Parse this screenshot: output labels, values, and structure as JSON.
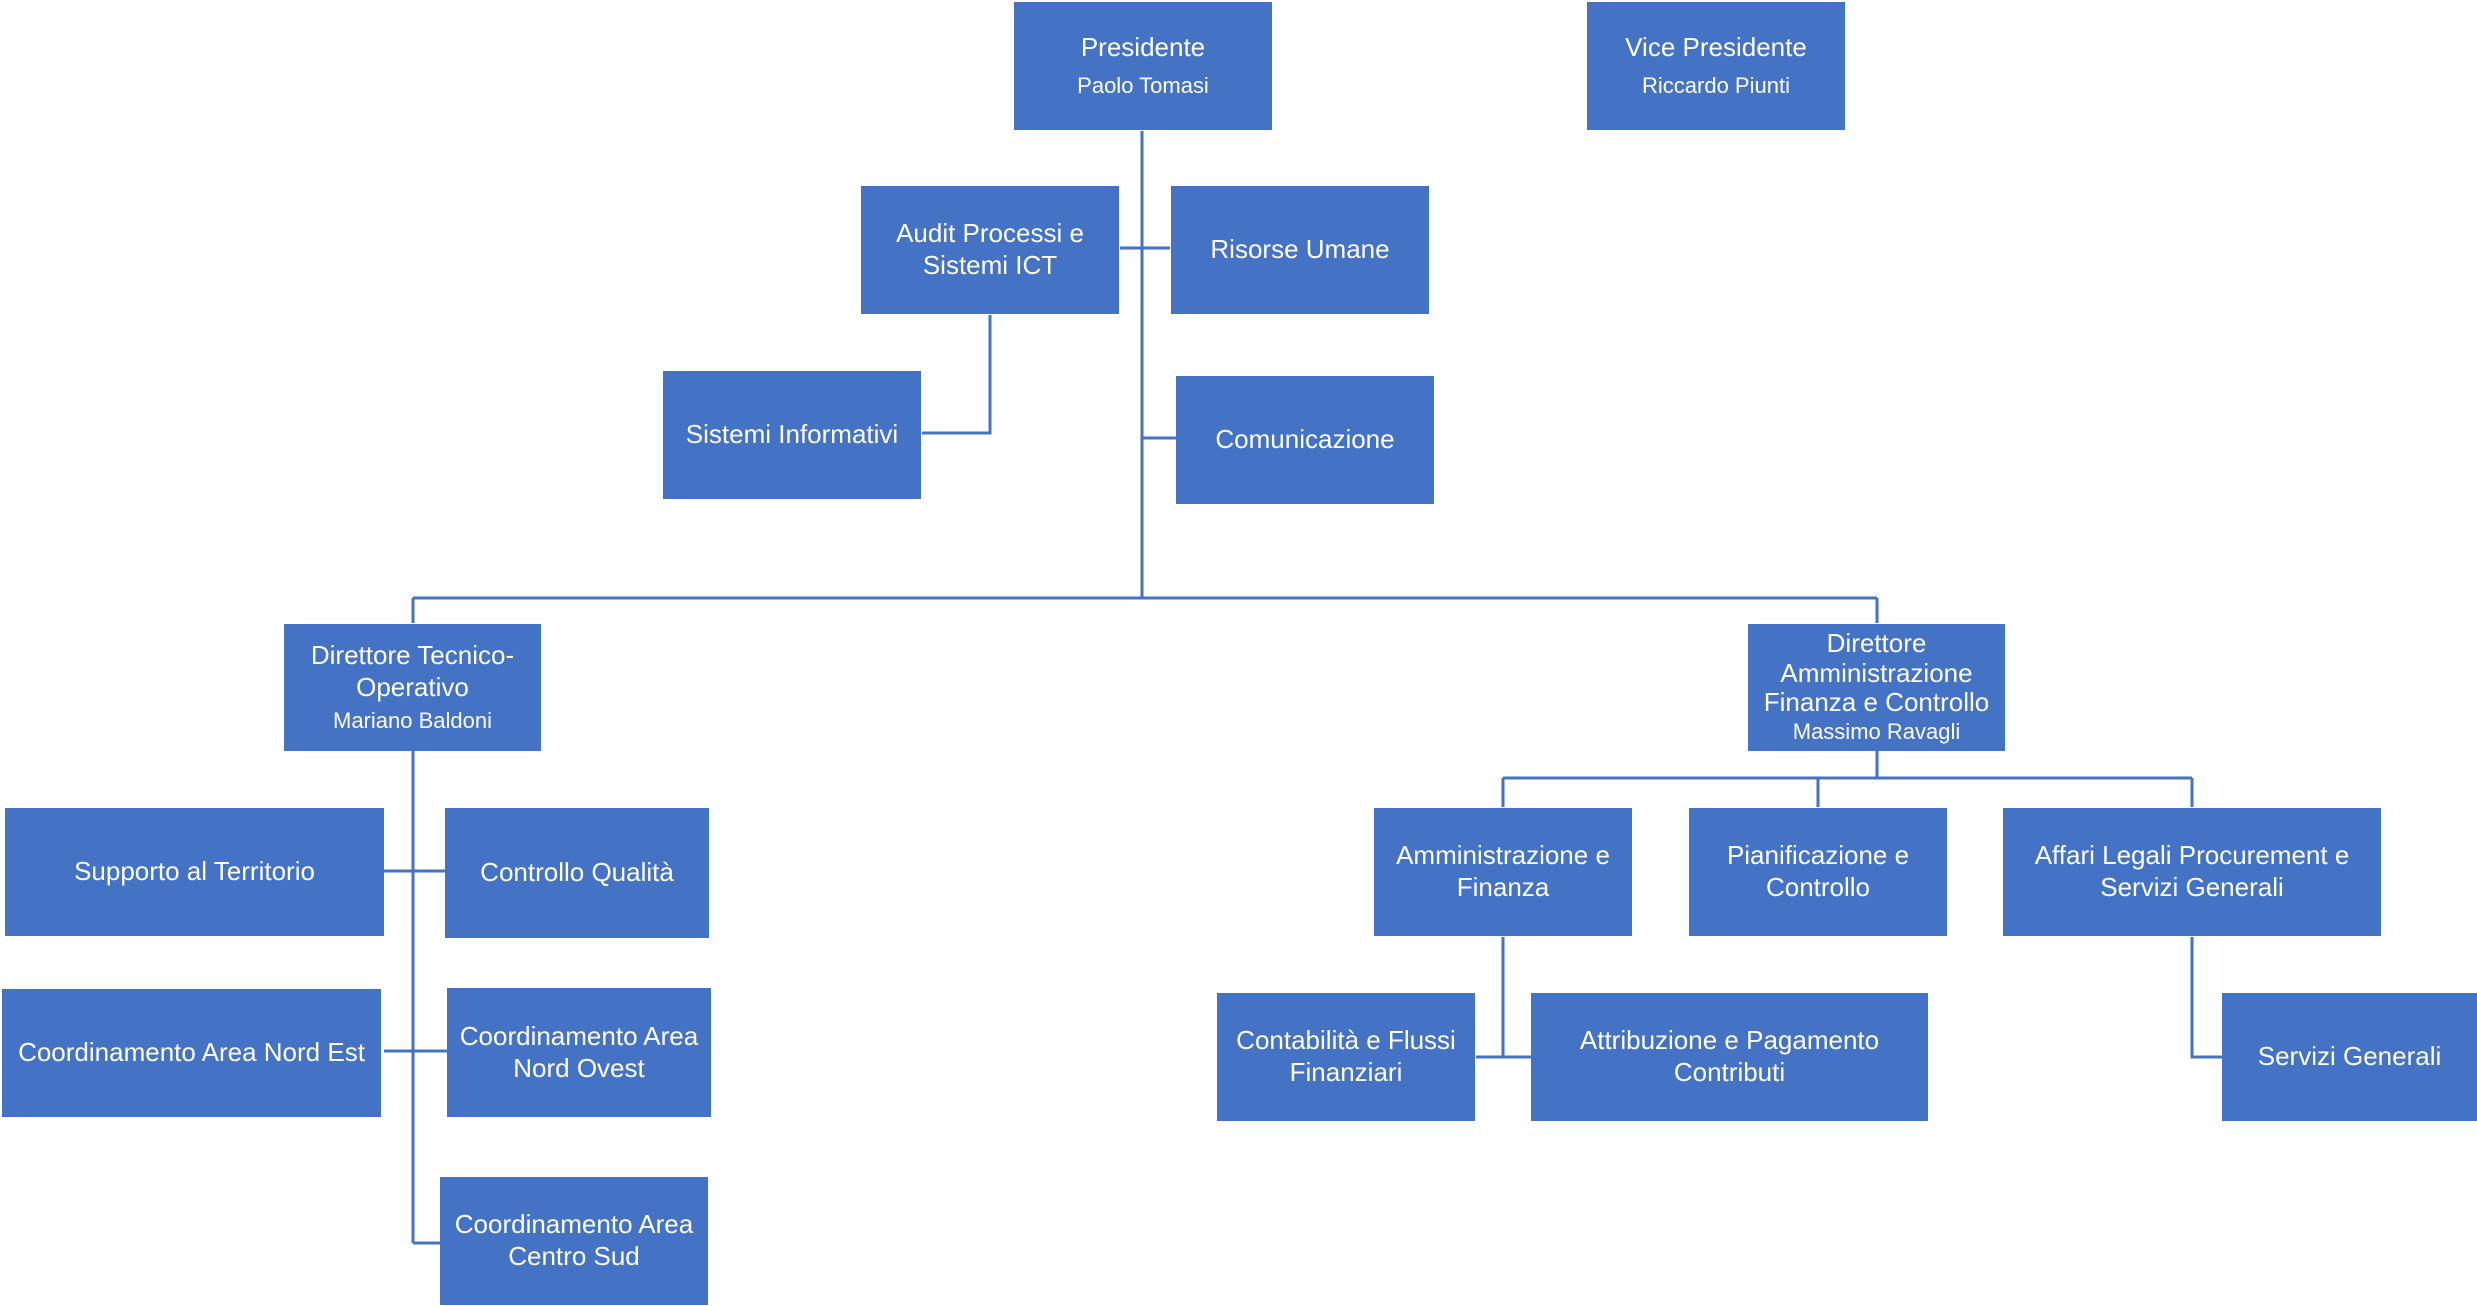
{
  "nodes": {
    "presidente": {
      "title": "Presidente",
      "sub": "Paolo Tomasi"
    },
    "vice_presidente": {
      "title": "Vice Presidente",
      "sub": "Riccardo Piunti"
    },
    "audit": {
      "title": "Audit Processi e Sistemi ICT"
    },
    "risorse_umane": {
      "title": "Risorse Umane"
    },
    "sistemi_informativi": {
      "title": "Sistemi Informativi"
    },
    "comunicazione": {
      "title": "Comunicazione"
    },
    "dir_tecnico": {
      "title": "Direttore Tecnico-Operativo",
      "sub": "Mariano Baldoni"
    },
    "dir_amministrazione": {
      "title": "Direttore Amministrazione Finanza e Controllo",
      "sub": "Massimo Ravagli"
    },
    "supporto_territorio": {
      "title": "Supporto al Territorio"
    },
    "controllo_qualita": {
      "title": "Controllo Qualità"
    },
    "coord_nord_est": {
      "title": "Coordinamento Area Nord Est"
    },
    "coord_nord_ovest": {
      "title": "Coordinamento Area Nord Ovest"
    },
    "coord_centro_sud": {
      "title": "Coordinamento Area Centro Sud"
    },
    "amministrazione_finanza": {
      "title": "Amministrazione e Finanza"
    },
    "pianificazione": {
      "title": "Pianificazione e Controllo"
    },
    "affari_legali": {
      "title": "Affari Legali Procurement e Servizi Generali"
    },
    "contabilita": {
      "title": "Contabilità e Flussi Finanziari"
    },
    "attribuzione": {
      "title": "Attribuzione e Pagamento Contributi"
    },
    "servizi_generali": {
      "title": "Servizi Generali"
    }
  },
  "colors": {
    "box_fill": "#4472c4",
    "box_text": "#ffffff",
    "connector": "#4472c4"
  }
}
